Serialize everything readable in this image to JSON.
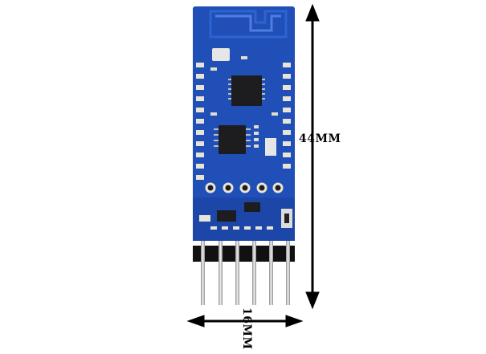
{
  "image": {
    "subject": "bluetooth-module-pcb",
    "colors": {
      "pcb": "#1f4fb7",
      "pcb_dark": "#163c93",
      "chip": "#1d1d1f",
      "pads": "#e8e4d8",
      "pins_metal": "#c9c9c9",
      "header_plastic": "#111111",
      "arrow": "#000000"
    }
  },
  "dimensions": {
    "height_label": "44MM",
    "width_label": "16MM"
  }
}
